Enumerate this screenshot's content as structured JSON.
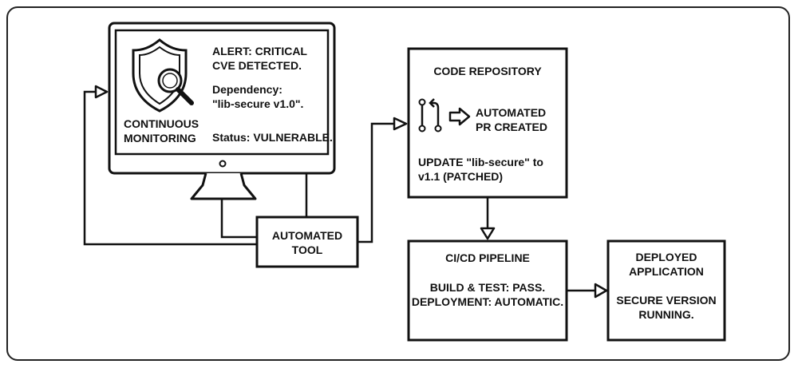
{
  "monitor": {
    "alert_title": [
      "ALERT: CRITICAL",
      "CVE DETECTED."
    ],
    "dependency": [
      "Dependency:",
      "\"lib-secure v1.0\"."
    ],
    "status": "Status: VULNERABLE.",
    "monitoring_label": [
      "CONTINUOUS",
      "MONITORING"
    ]
  },
  "tool": {
    "label": [
      "AUTOMATED",
      "TOOL"
    ]
  },
  "repo": {
    "title": "CODE REPOSITORY",
    "pr_label": [
      "AUTOMATED",
      "PR CREATED"
    ],
    "update_text": [
      "UPDATE \"lib-secure\" to",
      "v1.1 (PATCHED)"
    ]
  },
  "pipeline": {
    "title": "CI/CD PIPELINE",
    "lines": [
      "BUILD & TEST: PASS.",
      "DEPLOYMENT: AUTOMATIC."
    ]
  },
  "deployed": {
    "title": [
      "DEPLOYED",
      "APPLICATION"
    ],
    "lines": [
      "SECURE VERSION",
      "RUNNING."
    ]
  }
}
